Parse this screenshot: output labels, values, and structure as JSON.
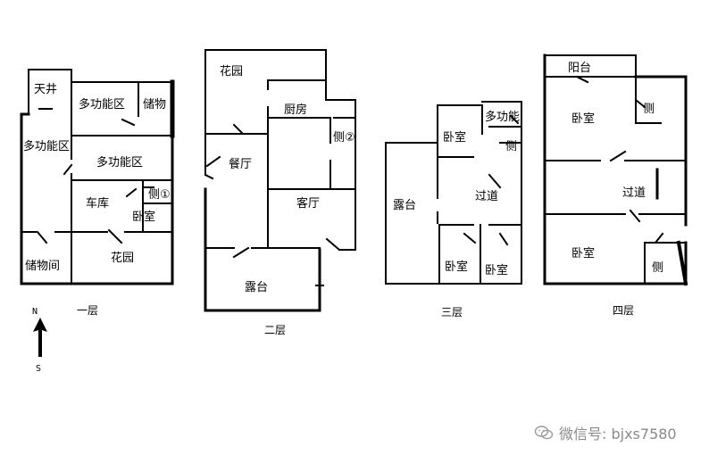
{
  "floors": {
    "f1": {
      "caption": "一层",
      "rooms": {
        "tianjing": "天井",
        "multi_top": "多功能区",
        "storage": "储物",
        "multi_left": "多功能区",
        "multi_center": "多功能区",
        "garage": "车库",
        "toilet": "侧①",
        "bedroom": "卧室",
        "storeroom": "储物间",
        "garden": "花园"
      }
    },
    "f2": {
      "caption": "二层",
      "rooms": {
        "garden": "花园",
        "kitchen": "厨房",
        "toilet": "侧②",
        "dining": "餐厅",
        "living": "客厅",
        "terrace": "露台"
      }
    },
    "f3": {
      "caption": "三层",
      "rooms": {
        "bedroom_top": "卧室",
        "multi": "多功能",
        "toilet": "侧",
        "terrace": "露台",
        "corridor": "过道",
        "bedroom_bl": "卧室",
        "bedroom_br": "卧室"
      }
    },
    "f4": {
      "caption": "四层",
      "rooms": {
        "balcony": "阳台",
        "bedroom_top": "卧室",
        "toilet_top": "侧",
        "corridor": "过道",
        "bedroom_bottom": "卧室",
        "toilet_bottom": "侧"
      }
    }
  },
  "compass": {
    "north": "N",
    "south": "S"
  },
  "watermark": {
    "text": "微信号: bjxs7580",
    "icon": "wechat-icon"
  }
}
